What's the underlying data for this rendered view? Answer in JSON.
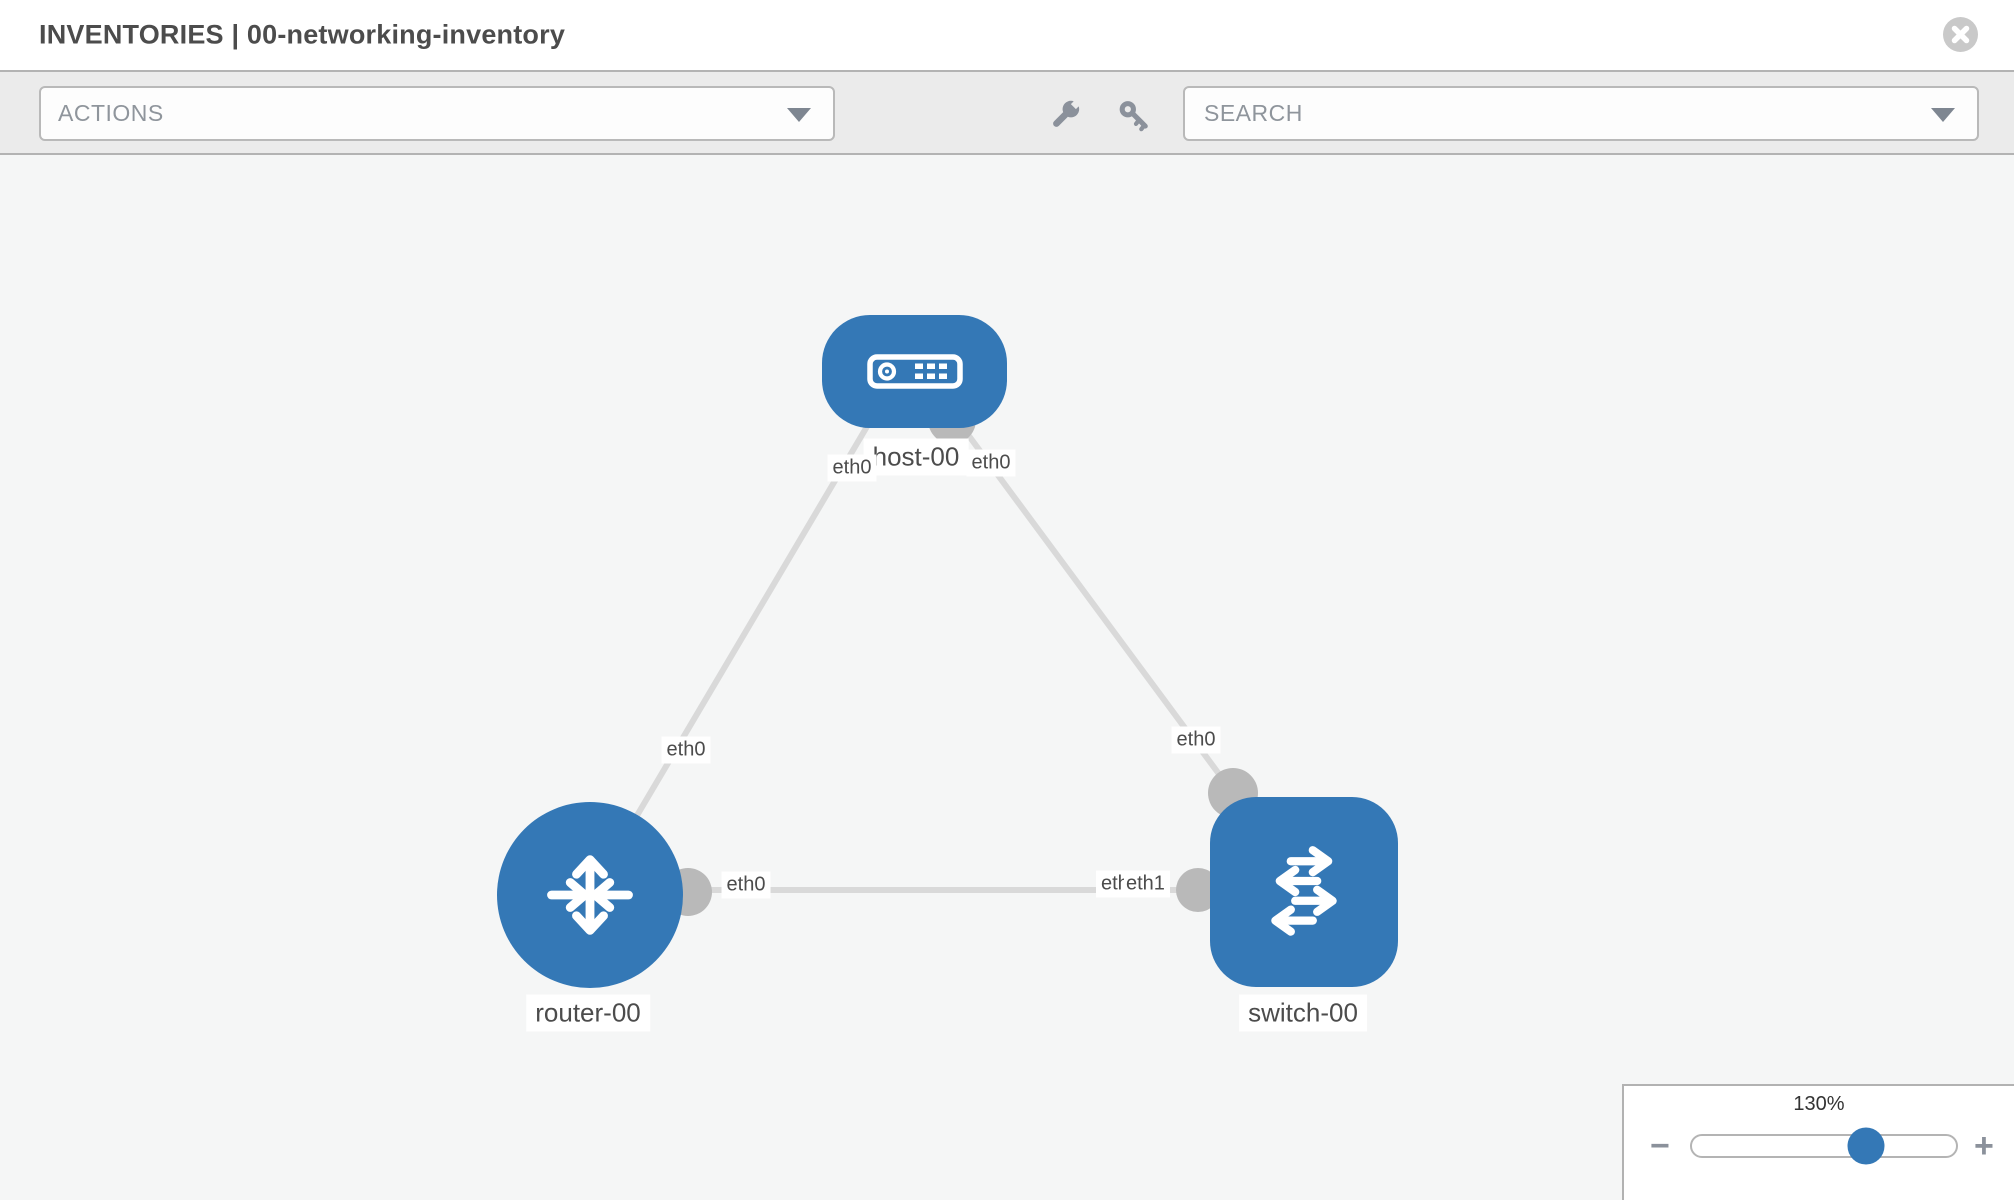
{
  "header": {
    "title": "INVENTORIES | 00-networking-inventory"
  },
  "toolbar": {
    "actions_label": "ACTIONS",
    "search_placeholder": "SEARCH"
  },
  "icons": {
    "close": "circle-x",
    "actions_caret": "caret-down",
    "search_caret": "caret-down",
    "tools": [
      "wrench",
      "key"
    ],
    "host_glyph": "server",
    "router_glyph": "route-arrows",
    "switch_glyph": "transfer-arrows"
  },
  "topology": {
    "nodes": [
      {
        "label": "host-00",
        "type": "host"
      },
      {
        "label": "router-00",
        "type": "router"
      },
      {
        "label": "switch-00",
        "type": "switch"
      }
    ],
    "links": [
      {
        "from": "host-00",
        "to": "router-00",
        "from_interface": "eth0",
        "to_interface": "eth0"
      },
      {
        "from": "host-00",
        "to": "switch-00",
        "from_interface": "eth0",
        "to_interface": "eth0"
      },
      {
        "from": "router-00",
        "to": "switch-00",
        "from_interface": "eth0",
        "to_interface": "eth1",
        "to_interface_overlapped": "eth0"
      }
    ]
  },
  "zoom_control": {
    "level": "130%",
    "zoom_out_label": "−",
    "zoom_in_label": "+"
  },
  "colors": {
    "node_blue": "#3478b6",
    "edge_gray": "#d9d9d9",
    "port_gray": "#b9b9b9",
    "icon_gray": "#8b919b",
    "toolbar_bg": "#ebebeb",
    "canvas_bg": "#f5f6f6",
    "label_text": "#4c4c4c"
  }
}
